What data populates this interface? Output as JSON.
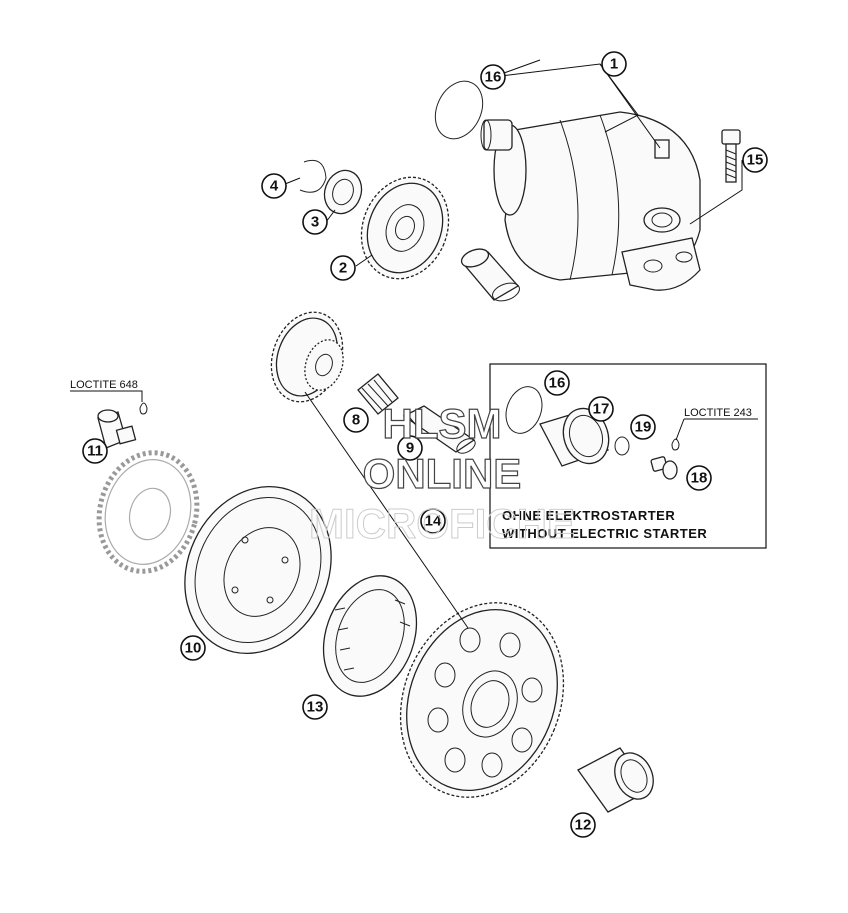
{
  "diagram": {
    "callouts": [
      "1",
      "2",
      "3",
      "4",
      "8",
      "9",
      "10",
      "11",
      "12",
      "13",
      "14",
      "15",
      "16",
      "16",
      "17",
      "18",
      "19"
    ],
    "notes": {
      "loctite_648": "LOCTITE 648",
      "loctite_243": "LOCTITE 243"
    },
    "inset_box": {
      "line1": "OHNE ELEKTROSTARTER",
      "line2": "WITHOUT ELECTRIC STARTER"
    },
    "watermark": {
      "line1": "HLSM",
      "line2": "ONLINE",
      "line3": "MICROFICHE"
    }
  }
}
